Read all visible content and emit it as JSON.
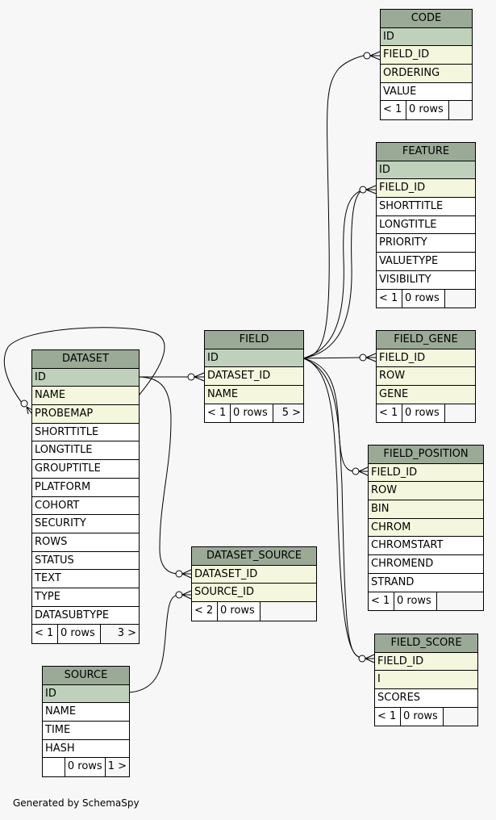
{
  "tables": {
    "CODE": {
      "name": "CODE",
      "columns": [
        {
          "name": "ID",
          "kind": "pk"
        },
        {
          "name": "FIELD_ID",
          "kind": "fk"
        },
        {
          "name": "ORDERING",
          "kind": "fk"
        },
        {
          "name": "VALUE",
          "kind": "col"
        }
      ],
      "footer": [
        "< 1",
        "0 rows",
        ""
      ]
    },
    "FEATURE": {
      "name": "FEATURE",
      "columns": [
        {
          "name": "ID",
          "kind": "pk"
        },
        {
          "name": "FIELD_ID",
          "kind": "fk"
        },
        {
          "name": "SHORTTITLE",
          "kind": "col"
        },
        {
          "name": "LONGTITLE",
          "kind": "col"
        },
        {
          "name": "PRIORITY",
          "kind": "col"
        },
        {
          "name": "VALUETYPE",
          "kind": "col"
        },
        {
          "name": "VISIBILITY",
          "kind": "col"
        }
      ],
      "footer": [
        "< 1",
        "0 rows",
        ""
      ]
    },
    "FIELD_GENE": {
      "name": "FIELD_GENE",
      "columns": [
        {
          "name": "FIELD_ID",
          "kind": "fk"
        },
        {
          "name": "ROW",
          "kind": "fk"
        },
        {
          "name": "GENE",
          "kind": "fk"
        }
      ],
      "footer": [
        "< 1",
        "0 rows",
        ""
      ]
    },
    "FIELD_POSITION": {
      "name": "FIELD_POSITION",
      "columns": [
        {
          "name": "FIELD_ID",
          "kind": "fk"
        },
        {
          "name": "ROW",
          "kind": "fk"
        },
        {
          "name": "BIN",
          "kind": "fk"
        },
        {
          "name": "CHROM",
          "kind": "fk"
        },
        {
          "name": "CHROMSTART",
          "kind": "col"
        },
        {
          "name": "CHROMEND",
          "kind": "col"
        },
        {
          "name": "STRAND",
          "kind": "col"
        }
      ],
      "footer": [
        "< 1",
        "0 rows",
        ""
      ]
    },
    "FIELD_SCORE": {
      "name": "FIELD_SCORE",
      "columns": [
        {
          "name": "FIELD_ID",
          "kind": "fk"
        },
        {
          "name": "I",
          "kind": "fk"
        },
        {
          "name": "SCORES",
          "kind": "col"
        }
      ],
      "footer": [
        "< 1",
        "0 rows",
        ""
      ]
    },
    "FIELD": {
      "name": "FIELD",
      "columns": [
        {
          "name": "ID",
          "kind": "pk"
        },
        {
          "name": "DATASET_ID",
          "kind": "fk"
        },
        {
          "name": "NAME",
          "kind": "fk"
        }
      ],
      "footer": [
        "< 1",
        "0 rows",
        "5 >"
      ]
    },
    "DATASET": {
      "name": "DATASET",
      "columns": [
        {
          "name": "ID",
          "kind": "pk"
        },
        {
          "name": "NAME",
          "kind": "fk"
        },
        {
          "name": "PROBEMAP",
          "kind": "fk"
        },
        {
          "name": "SHORTTITLE",
          "kind": "col"
        },
        {
          "name": "LONGTITLE",
          "kind": "col"
        },
        {
          "name": "GROUPTITLE",
          "kind": "col"
        },
        {
          "name": "PLATFORM",
          "kind": "col"
        },
        {
          "name": "COHORT",
          "kind": "col"
        },
        {
          "name": "SECURITY",
          "kind": "col"
        },
        {
          "name": "ROWS",
          "kind": "col"
        },
        {
          "name": "STATUS",
          "kind": "col"
        },
        {
          "name": "TEXT",
          "kind": "col"
        },
        {
          "name": "TYPE",
          "kind": "col"
        },
        {
          "name": "DATASUBTYPE",
          "kind": "col"
        }
      ],
      "footer": [
        "< 1",
        "0 rows",
        "3 >"
      ]
    },
    "DATASET_SOURCE": {
      "name": "DATASET_SOURCE",
      "columns": [
        {
          "name": "DATASET_ID",
          "kind": "fk"
        },
        {
          "name": "SOURCE_ID",
          "kind": "fk"
        }
      ],
      "footer": [
        "< 2",
        "0 rows",
        ""
      ]
    },
    "SOURCE": {
      "name": "SOURCE",
      "columns": [
        {
          "name": "ID",
          "kind": "pk"
        },
        {
          "name": "NAME",
          "kind": "col"
        },
        {
          "name": "TIME",
          "kind": "col"
        },
        {
          "name": "HASH",
          "kind": "col"
        }
      ],
      "footer": [
        "",
        "0 rows",
        "1 >"
      ]
    }
  },
  "colors": {
    "header": "#9aaa96",
    "primary_key": "#bfd1bb",
    "indexed": "#f4f7dd",
    "background": "#f7f7f7"
  },
  "footer_text": "Generated by SchemaSpy"
}
